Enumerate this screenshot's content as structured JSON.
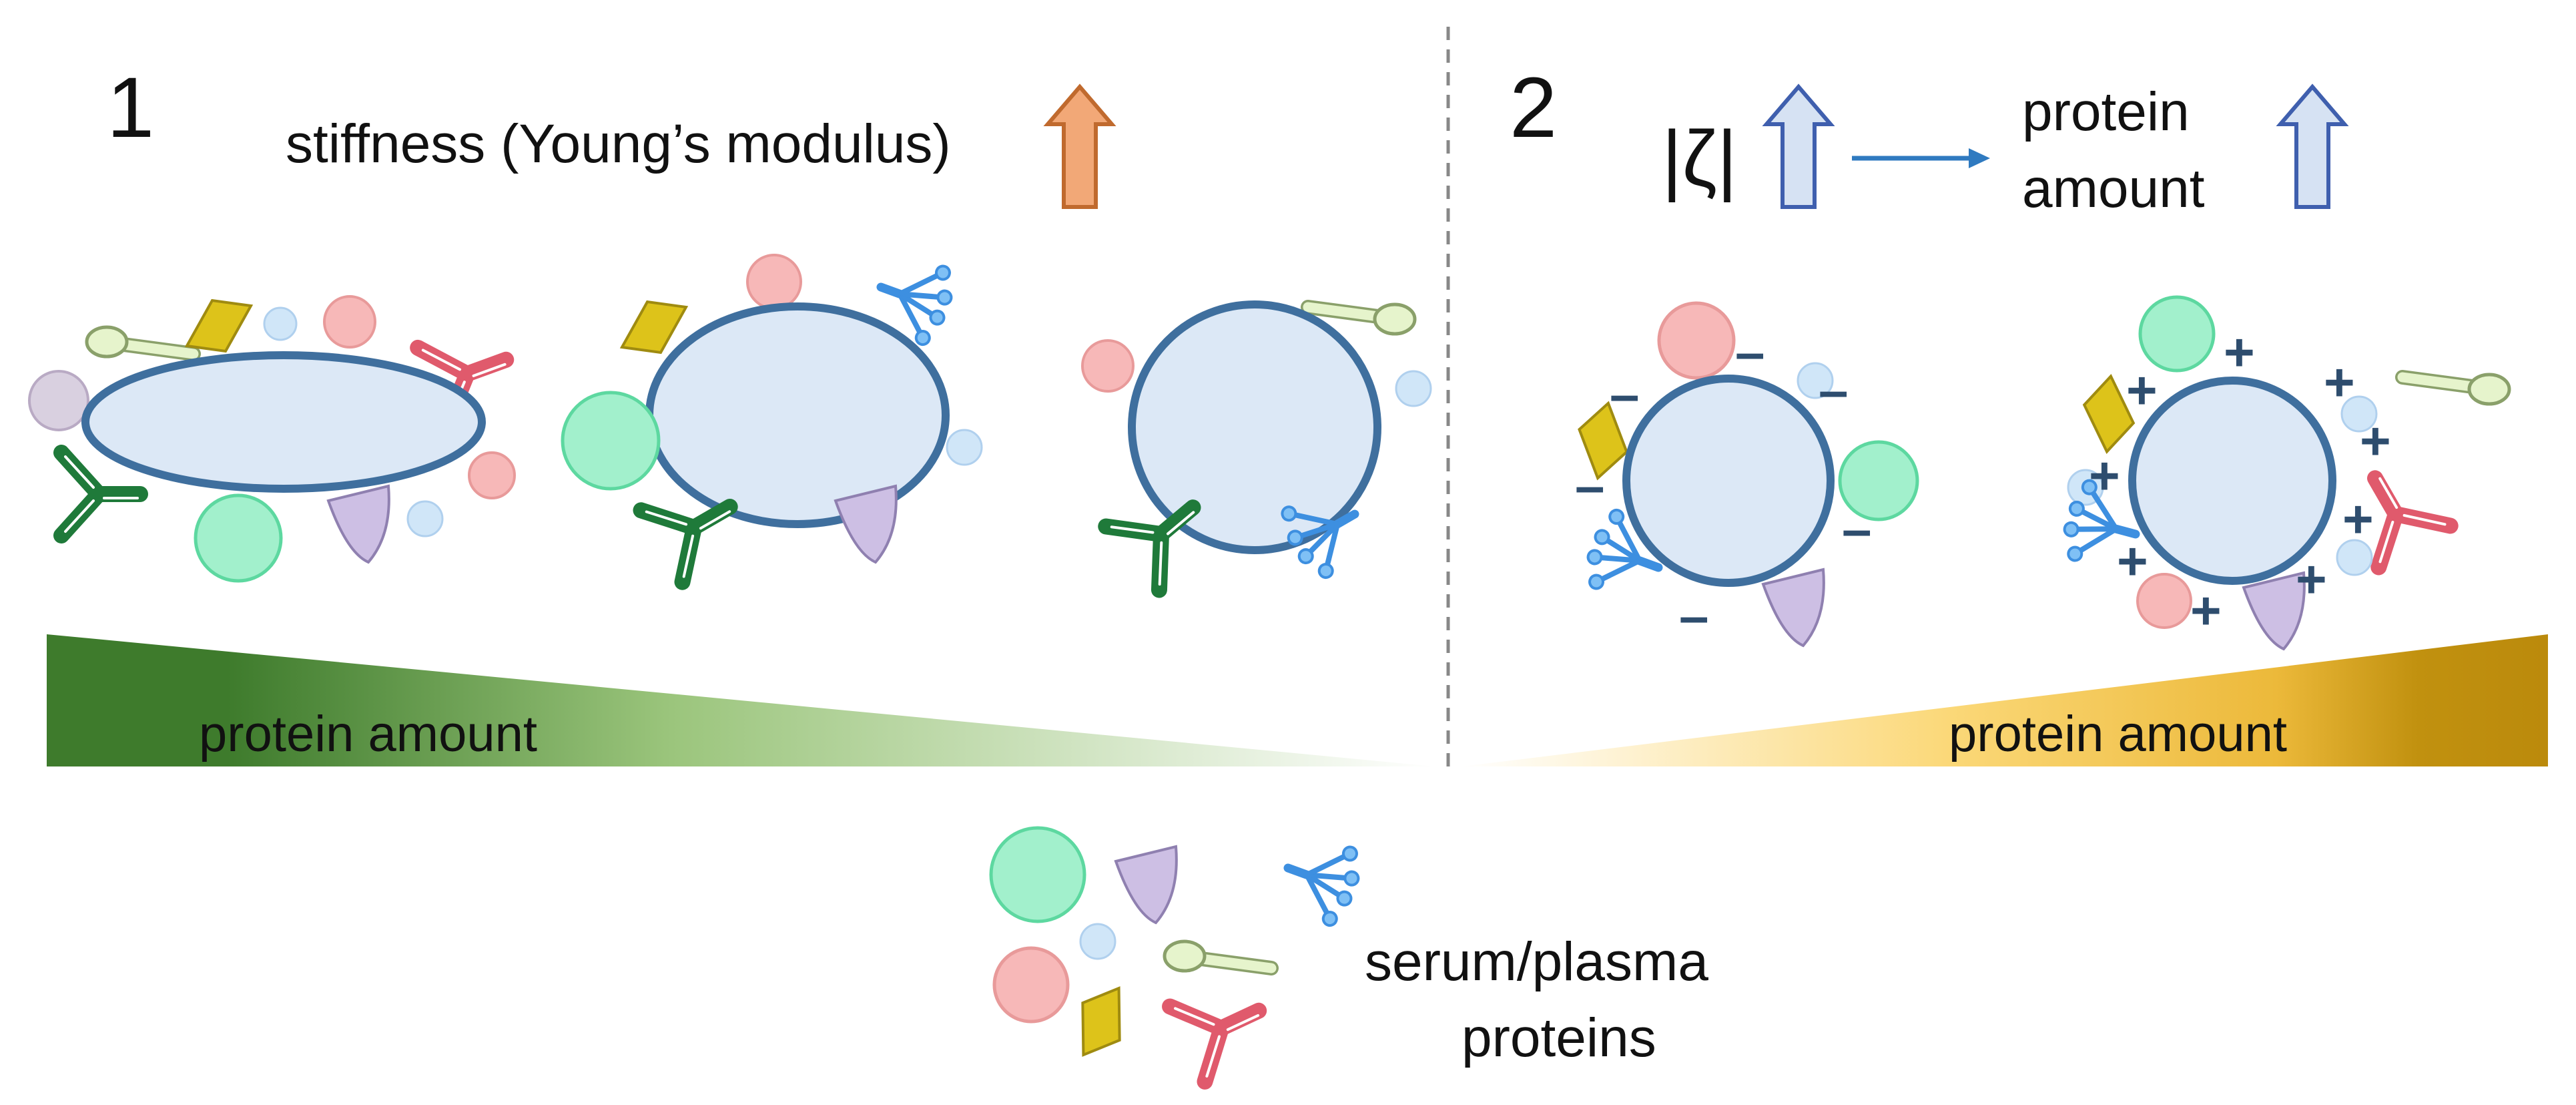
{
  "panel1": {
    "number": "1",
    "stiffness_label": "stiffness (Young’s modulus)",
    "gradient_label": "protein  amount",
    "gradient_color": "#3d7a2c"
  },
  "panel2": {
    "number": "2",
    "zeta_label": "|ζ|",
    "protein_label_line1": "protein",
    "protein_label_line2": "amount",
    "gradient_label": "protein amount",
    "gradient_color": "#c0900d",
    "negative_sign": "–",
    "positive_sign": "+"
  },
  "legend": {
    "line1": "serum/plasma",
    "line2": "proteins"
  },
  "colors": {
    "particle_fill": "#dce8f6",
    "particle_stroke": "#3f6f9e",
    "orange_arrow": "#f0a070",
    "blue_arrow": "#d6e2f3"
  }
}
